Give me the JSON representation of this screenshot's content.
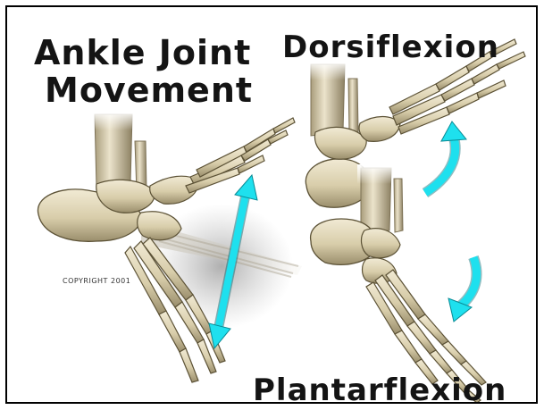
{
  "title": {
    "line1": "Ankle Joint",
    "line2": "Movement"
  },
  "labels": {
    "dorsiflexion": "Dorsiflexion",
    "plantarflexion": "Plantarflexion",
    "copyright": "COPYRIGHT 2001"
  },
  "colors": {
    "arrow": "#1ee0ee",
    "bone": "#ddd4b6",
    "bone_shadow": "#9a8e6c",
    "bone_outline": "#5c5236",
    "ink": "#141414"
  }
}
